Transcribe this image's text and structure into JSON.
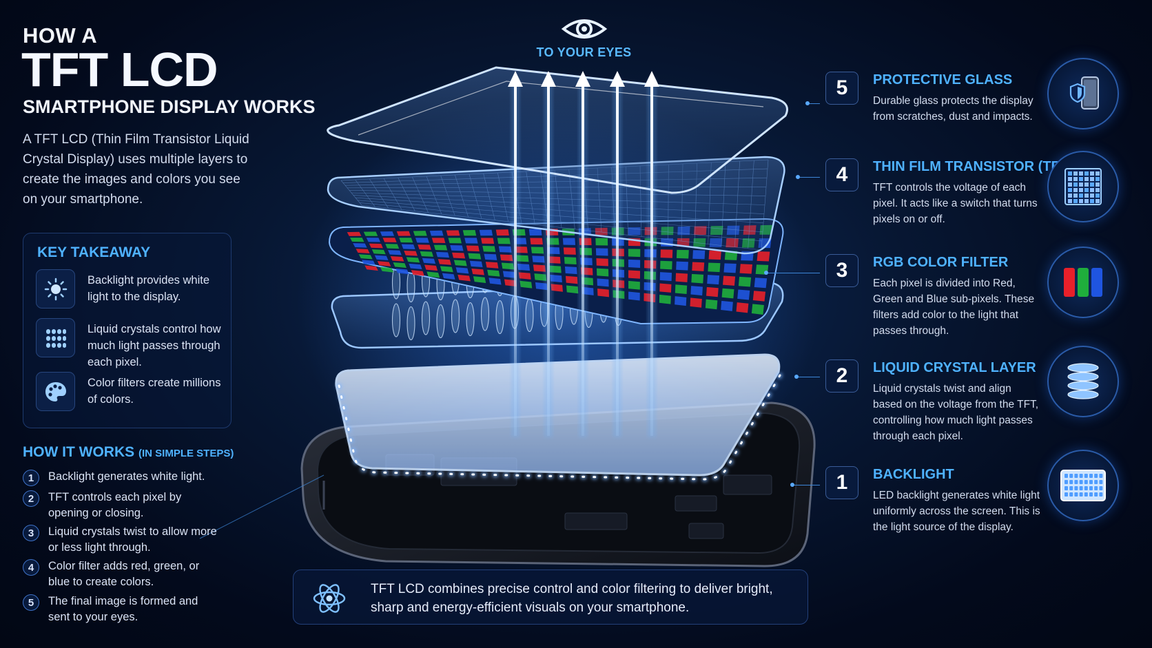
{
  "header": {
    "line1": "HOW A",
    "line2": "TFT LCD",
    "line3": "SMARTPHONE DISPLAY WORKS"
  },
  "intro": "A TFT LCD (Thin Film Transistor Liquid Crystal Display) uses multiple layers to create the images and colors you see on your smartphone.",
  "takeaway": {
    "title": "KEY TAKEAWAY",
    "items": [
      {
        "icon": "sun-icon",
        "text": "Backlight provides white light to the display."
      },
      {
        "icon": "crystal-grid-icon",
        "text": "Liquid crystals control how much light passes through each pixel."
      },
      {
        "icon": "palette-icon",
        "text": "Color filters create millions of colors."
      }
    ]
  },
  "how_it_works": {
    "title": "HOW IT WORKS",
    "subtitle": "(IN SIMPLE STEPS)",
    "steps": [
      {
        "num": "1",
        "text": "Backlight generates white light."
      },
      {
        "num": "2",
        "text": "TFT controls each pixel by opening or closing."
      },
      {
        "num": "3",
        "text": "Liquid crystals twist to allow more or less light through."
      },
      {
        "num": "4",
        "text": "Color filter adds red, green, or blue to create colors."
      },
      {
        "num": "5",
        "text": "The final image is formed and sent to your eyes."
      }
    ]
  },
  "eyes_label": "TO YOUR EYES",
  "layers": [
    {
      "num": "5",
      "title": "PROTECTIVE GLASS",
      "desc": "Durable glass protects the display from scratches, dust and impacts.",
      "icon": "glass-shield-icon"
    },
    {
      "num": "4",
      "title": "THIN FILM TRANSISTOR (TFT)",
      "desc": "TFT controls the voltage of each pixel. It acts like a switch that turns pixels on or off.",
      "icon": "tft-grid-icon"
    },
    {
      "num": "3",
      "title": "RGB COLOR FILTER",
      "desc": "Each pixel is divided into Red, Green and Blue sub-pixels. These filters add color to the light that passes through.",
      "icon": "rgb-bars-icon"
    },
    {
      "num": "2",
      "title": "LIQUID CRYSTAL LAYER",
      "desc": "Liquid crystals twist and align based on the voltage from the TFT, controlling how much light passes through each pixel.",
      "icon": "crystal-stack-icon"
    },
    {
      "num": "1",
      "title": "BACKLIGHT",
      "desc": "LED backlight generates white light uniformly across the screen. This is the light source of the display.",
      "icon": "led-panel-icon"
    }
  ],
  "summary": {
    "icon": "atom-icon",
    "text": "TFT LCD combines precise control and color filtering to deliver bright, sharp and energy-efficient visuals on your smartphone."
  },
  "colors": {
    "accent": "#4fb2ff",
    "red": "#e8202a",
    "green": "#1fae3c",
    "blue": "#1f55e0",
    "background": "#050f26"
  }
}
